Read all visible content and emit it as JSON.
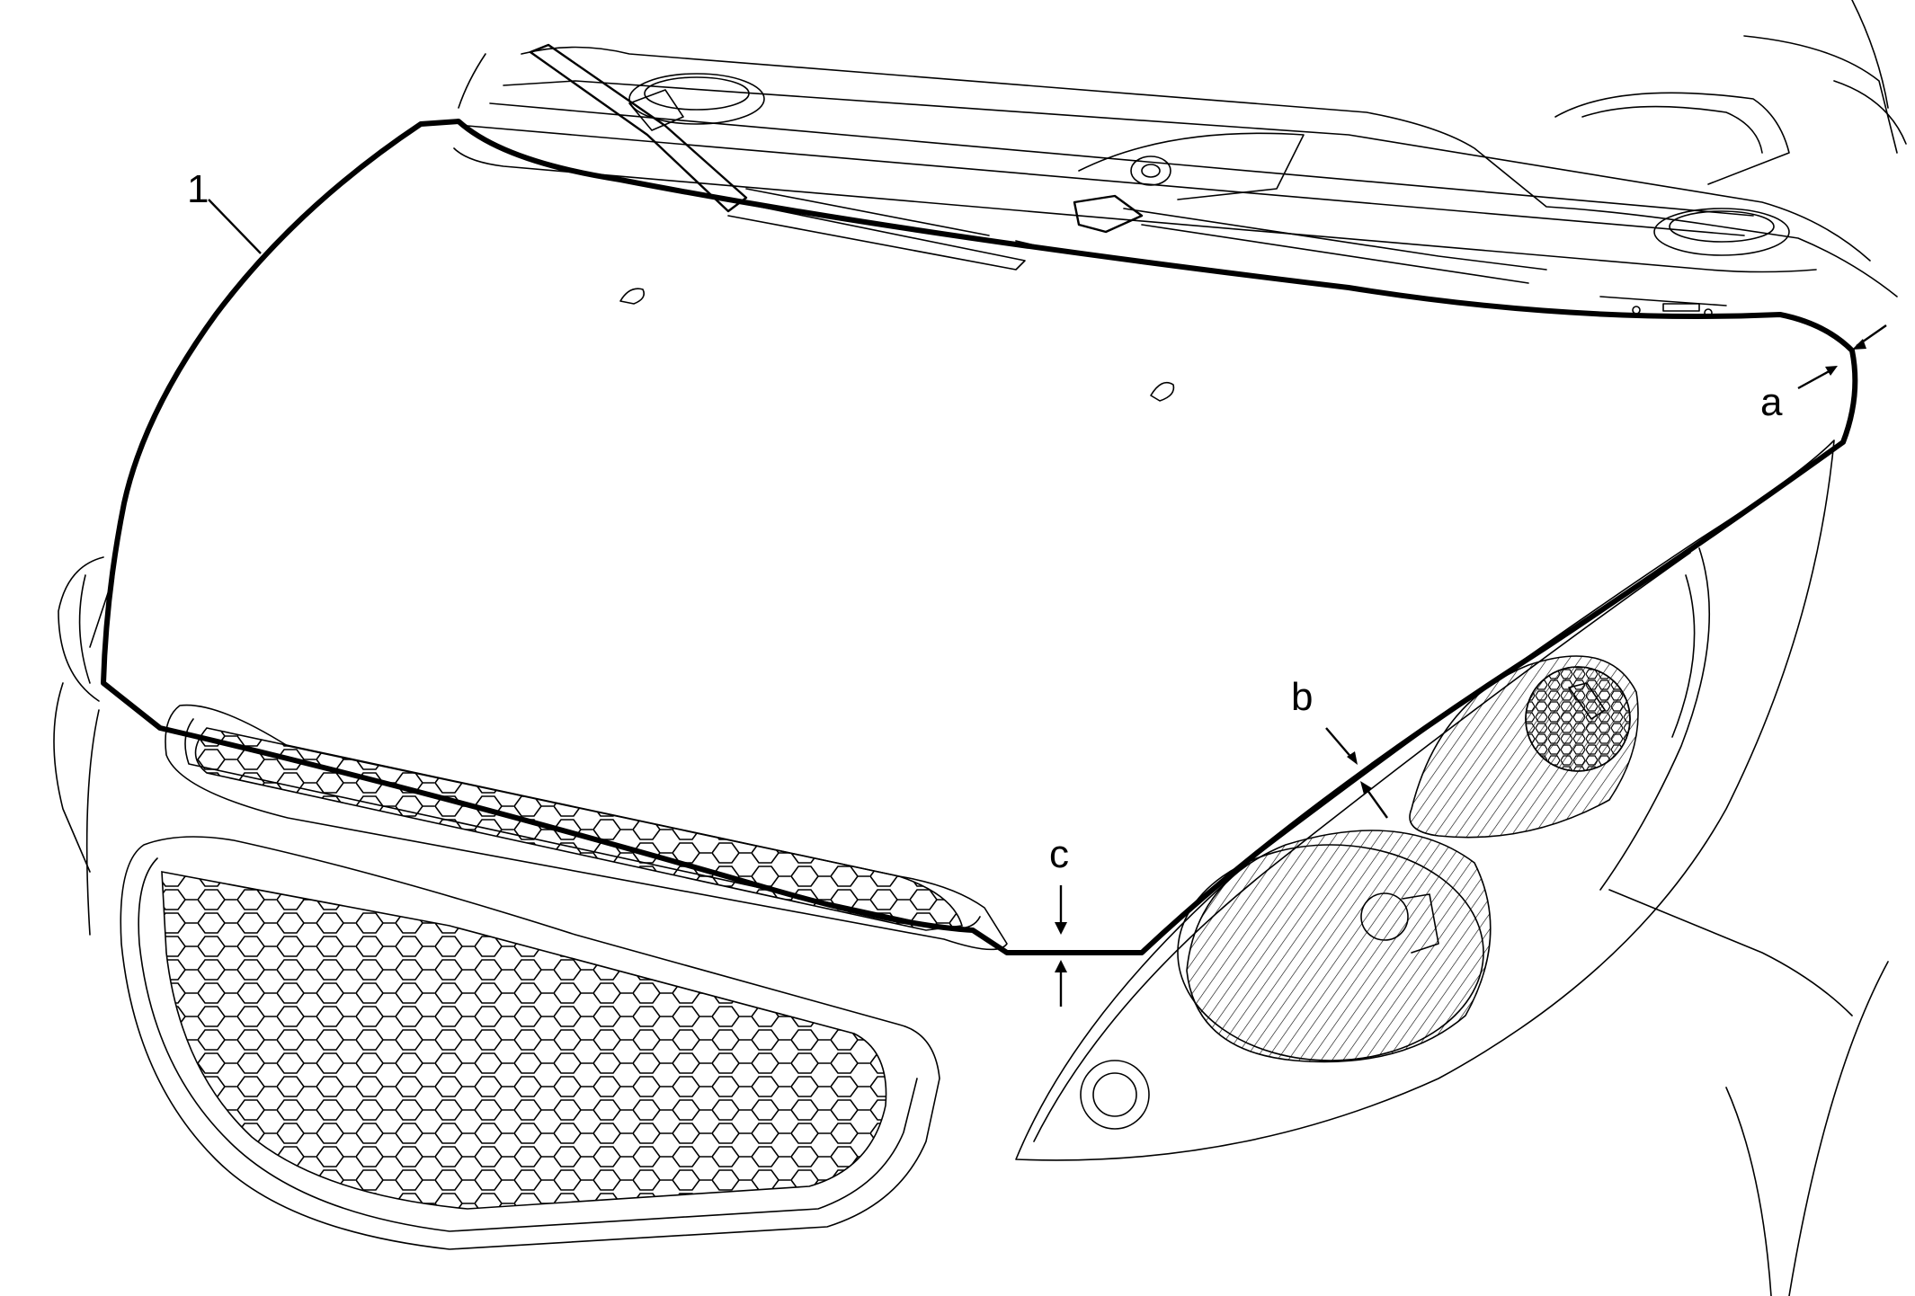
{
  "callouts": {
    "part_1": "1",
    "gap_a": "a",
    "gap_b": "b",
    "gap_c": "c"
  },
  "colors": {
    "line": "#000000",
    "background": "#ffffff"
  }
}
